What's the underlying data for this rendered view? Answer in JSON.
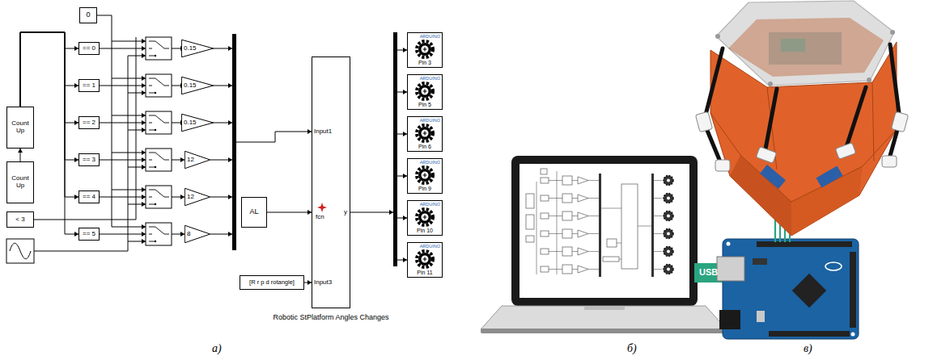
{
  "diagram": {
    "nodes": [
      {
        "text": [
          "0"
        ]
      },
      {
        "text": [
          "Count Up"
        ]
      },
      {
        "text": [
          "Count Up"
        ]
      },
      {
        "text": [
          "< 3"
        ]
      },
      {
        "text": [
          "== 0"
        ]
      },
      {
        "text": [
          "== 1"
        ]
      },
      {
        "text": [
          "== 2"
        ]
      },
      {
        "text": [
          "== 3"
        ]
      },
      {
        "text": [
          "== 4"
        ]
      },
      {
        "text": [
          "== 5"
        ]
      },
      {
        "text": [
          "0.15"
        ]
      },
      {
        "text": [
          "0.15"
        ]
      },
      {
        "text": [
          "0.15"
        ]
      },
      {
        "text": [
          "12"
        ]
      },
      {
        "text": [
          "12"
        ]
      },
      {
        "text": [
          "8"
        ]
      },
      {
        "text": [
          "Input1",
          "fcn",
          "y",
          "Input3",
          "Robotic StPlatform Angles Changes"
        ]
      },
      {
        "text": [
          "AL"
        ]
      },
      {
        "text": [
          "[R r p d rotangle]"
        ]
      },
      {
        "text": [
          "ARDUINO",
          "Pin 3"
        ]
      },
      {
        "text": [
          "ARDUINO",
          "Pin 5"
        ]
      },
      {
        "text": [
          "ARDUINO",
          "Pin 6"
        ]
      },
      {
        "text": [
          "ARDUINO",
          "Pin 9"
        ]
      },
      {
        "text": [
          "ARDUINO",
          "Pin 10"
        ]
      },
      {
        "text": [
          "ARDUINO",
          "Pin 11"
        ]
      }
    ],
    "edges": [
      {
        "from": 1,
        "to": 4,
        "arrow": "to"
      },
      {
        "from": 1,
        "to": 5,
        "arrow": "to"
      },
      {
        "from": 1,
        "to": 6,
        "arrow": "to"
      },
      {
        "from": 1,
        "to": 7,
        "arrow": "to"
      },
      {
        "from": 1,
        "to": 8,
        "arrow": "to"
      },
      {
        "from": 1,
        "to": 9,
        "arrow": "to"
      },
      {
        "from": 2,
        "to": 1,
        "arrow": "to"
      },
      {
        "from": 17,
        "to": 16,
        "arrow": "to"
      },
      {
        "from": 18,
        "to": 16,
        "arrow": "to"
      }
    ],
    "labels": [
      "а)",
      "б)",
      "в)",
      "USB"
    ]
  }
}
